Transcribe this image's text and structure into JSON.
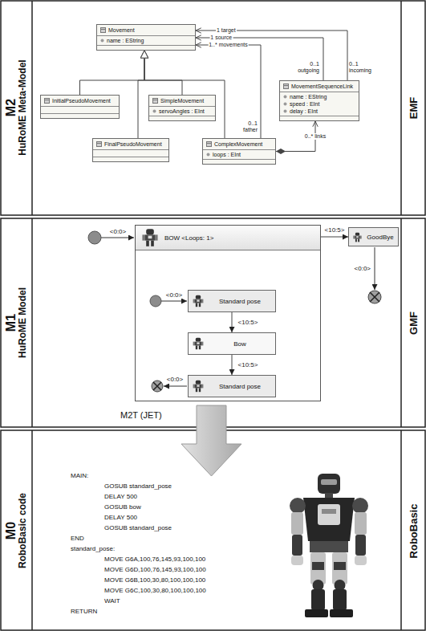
{
  "diagram": {
    "nodes": [
      {
        "text": [
          "M2",
          "HuRoME Meta-Model"
        ]
      },
      {
        "text": [
          "Movement",
          "name : EString"
        ]
      },
      {
        "text": [
          "InitialPseudoMovement"
        ]
      },
      {
        "text": [
          "SimpleMovement",
          "servoAngles : EInt"
        ]
      },
      {
        "text": [
          "FinalPseudoMovement"
        ]
      },
      {
        "text": [
          "ComplexMovement",
          "loops : EInt"
        ]
      },
      {
        "text": [
          "MovementSequenceLink",
          "name : EString",
          "speed : EInt",
          "delay : EInt"
        ]
      },
      {
        "text": [
          "EMF"
        ]
      },
      {
        "text": [
          "M1",
          "HuRoME Model"
        ]
      },
      {
        "text": [
          "BOW <Loops: 1>"
        ]
      },
      {
        "text": [
          "Standard pose"
        ],
        "in": 9
      },
      {
        "text": [
          "Bow"
        ],
        "in": 9
      },
      {
        "text": [
          "Standard pose"
        ],
        "in": 9
      },
      {
        "text": [
          "GoodBye"
        ]
      },
      {
        "text": [
          "GMF"
        ]
      },
      {
        "text": [
          "M0",
          "RoboBasic code"
        ]
      },
      {
        "text": [
          "RoboBasic"
        ]
      }
    ],
    "edges": [
      {
        "from": 2,
        "to": 1,
        "arrow": "to"
      },
      {
        "from": 3,
        "to": 1,
        "arrow": "to"
      },
      {
        "from": 4,
        "to": 1,
        "arrow": "to"
      },
      {
        "from": 5,
        "to": 1,
        "arrow": "to"
      },
      {
        "from": 6,
        "to": 1,
        "arrow": "to",
        "label": "1 target"
      },
      {
        "from": 6,
        "to": 1,
        "arrow": "to",
        "label": "1 source"
      },
      {
        "from": 5,
        "to": 1,
        "arrow": "to",
        "label": "1..* movements"
      },
      {
        "from": 5,
        "to": 6,
        "arrow": "to",
        "label": "0..* links"
      },
      {
        "from": 9,
        "to": 13,
        "arrow": "to",
        "label": "<10:5>"
      },
      {
        "from": 10,
        "to": 11,
        "arrow": "to",
        "label": "<10:5>"
      },
      {
        "from": 11,
        "to": 12,
        "arrow": "to",
        "label": "<10:5>"
      }
    ],
    "labels": [
      "0..1 outgoing",
      "0..1 incoming",
      "0..1 father",
      "<0:0>",
      "<0:0>",
      "<0:0>",
      "<0:0>",
      "M2T (JET)",
      "MAIN:",
      "GOSUB standard_pose",
      "DELAY 500",
      "GOSUB bow",
      "DELAY 500",
      "GOSUB standard_pose",
      "END",
      "standard_pose:",
      "MOVE G6A,100,76,145,93,100,100",
      "MOVE G6D,100,76,145,93,100,100",
      "MOVE G6B,100,30,80,100,100,100",
      "MOVE G6C,100,30,80,100,100,100",
      "WAIT",
      "RETURN"
    ]
  }
}
